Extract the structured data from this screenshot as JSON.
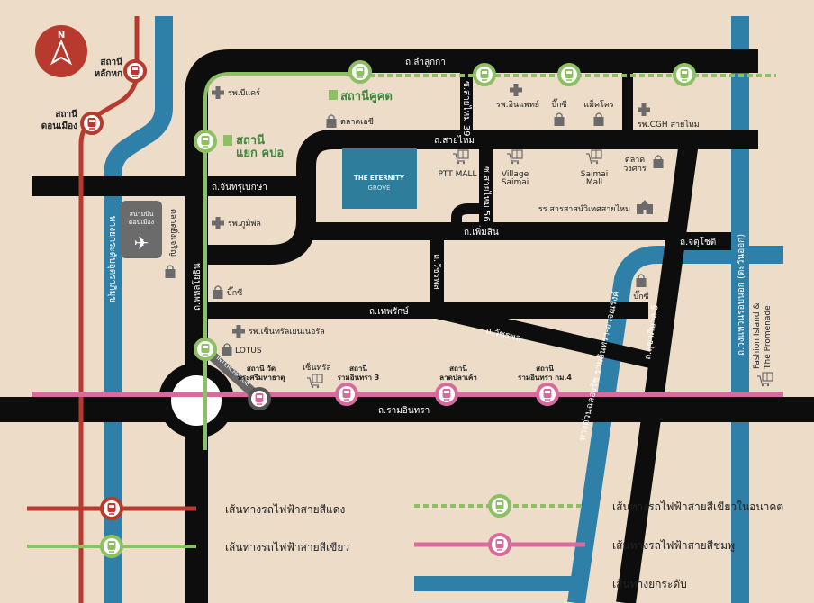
{
  "colors": {
    "background": "#ecdcc8",
    "red_line": "#b83a2e",
    "green_line": "#8cc063",
    "pink_line": "#d86b9e",
    "expressway": "#2f80a8",
    "road": "#0d0d0d",
    "project": "#2e7d9a"
  },
  "compass": {
    "label": "N"
  },
  "project": {
    "name": "THE ETERNITY",
    "sub": "GROVE"
  },
  "roads": {
    "lamlukka": "ถ.ลำลูกกา",
    "saimai": "ถ.สายไหม",
    "chantharubeksa": "ถ.จันทรุเบกษา",
    "phermsin": "ถ.เพิ่มสิน",
    "thepharak": "ถ.เทพรักษ์",
    "watcharapol_v": "ถ.วัชรพล",
    "watcharapol_d": "ถ.วัชรพล",
    "phahon": "ถ.พหลโยธิน",
    "soi39": "ซ.สายไหม 39",
    "soi56": "ซ.สายไหม 56",
    "jatuchot": "ถ.จตุโชติ",
    "sukhaphiban": "ถ.สุขาภิบาล 5",
    "ramintra": "ถ.รามอินทรา",
    "expressway_left": "ทางยกระดับอุตราภิมุข",
    "ring_road": "ถ.วงแหวนรอบนอก (ตะวันออก)",
    "expressway_diag": "ทางด่วนฉลองรัช รามอินทรา-อาจณรงค์"
  },
  "stations": {
    "lakhok": [
      "สถานี",
      "หลักหก"
    ],
    "donmueang": [
      "สถานี",
      "ดอนเมือง"
    ],
    "khukhot": "สถานีคูคต",
    "kpo": [
      "สถานี",
      "แยก คปอ"
    ],
    "wat": [
      "สถานี วัด",
      "พระศรีมหาธาตุ"
    ],
    "ramintra3": [
      "สถานี",
      "รามอินทรา 3"
    ],
    "ladplakhao": [
      "สถานี",
      "ลาดปลาเค้า"
    ],
    "ramintra_km4": [
      "สถานี",
      "รามอินทรา กม.4"
    ],
    "interchange": "INTERCHANGE"
  },
  "poi": {
    "bcare": "รพ.บีแคร์",
    "ac_market": "ตลาดเอซี",
    "bhumibol": "รพ.ภูมิพล",
    "airport": [
      "สนามบิน",
      "ดอนเมือง"
    ],
    "yingcharoen": "ตลาดยิ่งเจริญ",
    "bigc1": "บิ๊กซี",
    "central_general": "รพ.เซ็นทรัลเยนเนอรัล",
    "lotus": "LOTUS",
    "central": "เซ็นทรัล",
    "inphaet": "รพ.อินแพทย์",
    "bigc2": "บิ๊กซี",
    "makro": "แม็คโคร",
    "cgh": "รพ.CGH สายไหม",
    "ptt_mall": "PTT MALL",
    "village_saimai": [
      "Village",
      "Saimai"
    ],
    "saimai_mall": [
      "Saimai",
      "Mall"
    ],
    "wongsakorn": [
      "ตลาด",
      "วงศกร"
    ],
    "school": "รร.สารสาสน์วิเทศสายไหม",
    "bigc3": "บิ๊กซี",
    "fashion_island": [
      "Fashion Island &",
      "The Promenade"
    ]
  },
  "legend": [
    {
      "label": "เส้นทางรถไฟฟ้าสายสีแดง"
    },
    {
      "label": "เส้นทางรถไฟฟ้าสายสีเขียว"
    },
    {
      "label": "เส้นทางรถไฟฟ้าสายสีเขียวในอนาคต"
    },
    {
      "label": "เส้นทางรถไฟฟ้าสายสีชมพู"
    },
    {
      "label": "เส้นทางยกระดับ"
    }
  ]
}
